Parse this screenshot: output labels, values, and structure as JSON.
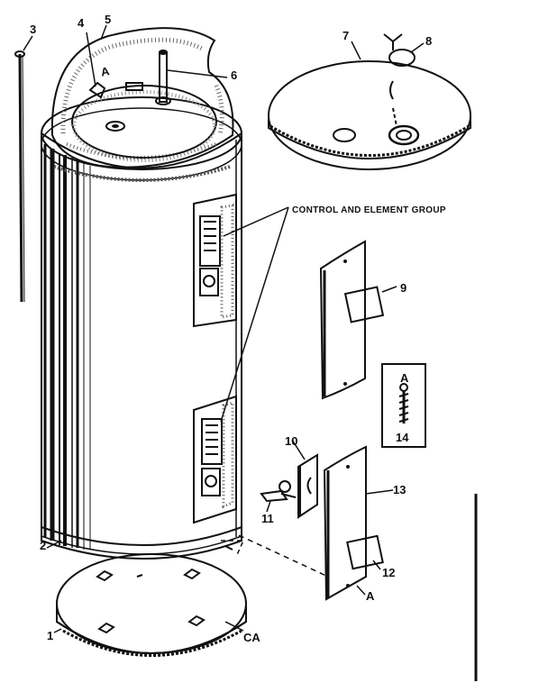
{
  "labels": {
    "p1": "1",
    "p2": "2",
    "p3": "3",
    "p4": "4",
    "p5": "5",
    "p6": "6",
    "p7": "7",
    "p8": "8",
    "p9": "9",
    "p10": "10",
    "p11": "11",
    "p12": "12",
    "p13": "13",
    "p14": "14",
    "callout": "CONTROL AND ELEMENT GROUP",
    "a_panel": "A",
    "a_lower": "A",
    "a_screw": "A",
    "ca": "CA"
  }
}
